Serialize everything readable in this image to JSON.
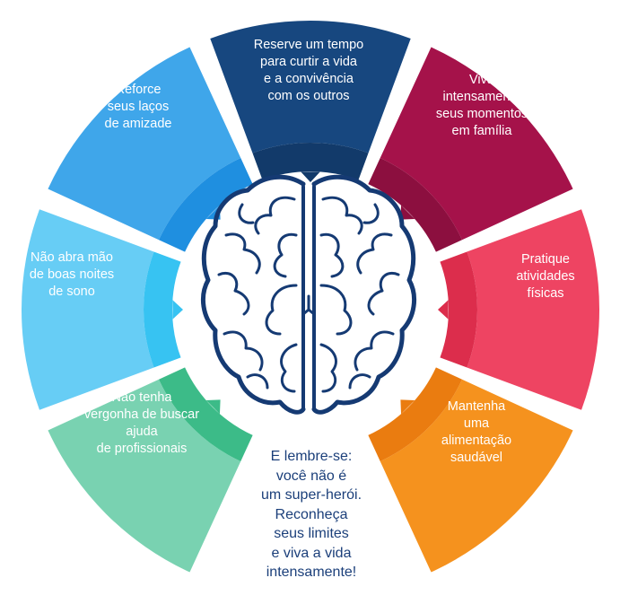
{
  "segments": [
    {
      "id": "reserve",
      "color": "#17477f",
      "inner_color": "#123a6a",
      "lines": [
        "Reserve um tempo",
        "para curtir a vida",
        "e a convivência",
        "com os outros"
      ]
    },
    {
      "id": "viva",
      "color": "#a5124a",
      "inner_color": "#8c0f3f",
      "lines": [
        "Viva",
        "intensamente",
        "seus momentos",
        "em família"
      ]
    },
    {
      "id": "pratique",
      "color": "#ee4462",
      "inner_color": "#dc2d4c",
      "lines": [
        "Pratique",
        "atividades",
        "físicas"
      ]
    },
    {
      "id": "mantenha",
      "color": "#f5921e",
      "inner_color": "#ea7c10",
      "lines": [
        "Mantenha",
        "uma",
        "alimentação",
        "saudável"
      ]
    },
    {
      "id": "nao-tenha",
      "color": "#79d2b1",
      "inner_color": "#3cbb88",
      "lines": [
        "Não tenha",
        "vergonha de buscar",
        "ajuda",
        "de profissionais"
      ]
    },
    {
      "id": "nao-abra",
      "color": "#67cdf5",
      "inner_color": "#37c3f2",
      "lines": [
        "Não abra mão",
        "de boas noites",
        "de sono"
      ]
    },
    {
      "id": "reforce",
      "color": "#3fa6ea",
      "inner_color": "#1f8fe0",
      "lines": [
        "Reforce",
        "seus laços",
        "de amizade"
      ]
    }
  ],
  "center_message": {
    "lines": [
      "E lembre-se:",
      "você não é",
      "um super-herói.",
      "Reconheça",
      "seus limites",
      "e viva a vida",
      "intensamente!"
    ],
    "color": "#1b3f7a"
  },
  "brain": {
    "color": "#153a73",
    "icon": "brain-icon"
  }
}
